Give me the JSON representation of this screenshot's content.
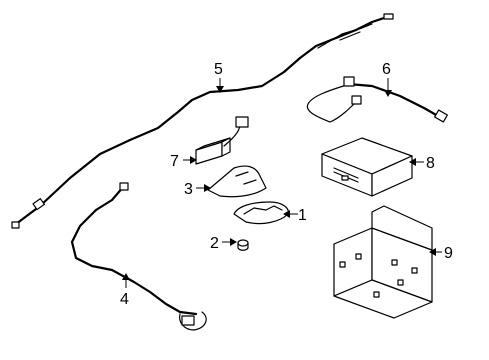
{
  "diagram": {
    "callouts": [
      {
        "id": "1",
        "label": "1",
        "part": "antenna base"
      },
      {
        "id": "2",
        "label": "2",
        "part": "nut"
      },
      {
        "id": "3",
        "label": "3",
        "part": "antenna cover"
      },
      {
        "id": "4",
        "label": "4",
        "part": "cable"
      },
      {
        "id": "5",
        "label": "5",
        "part": "cable"
      },
      {
        "id": "6",
        "label": "6",
        "part": "harness"
      },
      {
        "id": "7",
        "label": "7",
        "part": "amplifier"
      },
      {
        "id": "8",
        "label": "8",
        "part": "receiver module"
      },
      {
        "id": "9",
        "label": "9",
        "part": "mounting bracket"
      }
    ]
  }
}
